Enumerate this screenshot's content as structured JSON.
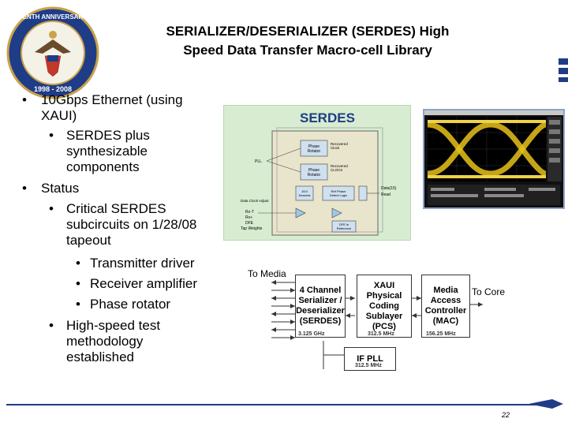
{
  "title": {
    "line1": "SERIALIZER/DESERIALIZER (SERDES) High",
    "line2": "Speed Data Transfer Macro-cell Library"
  },
  "logo": {
    "name": "tenth-anniversary-seal",
    "text_top": "TENTH ANNIVERSARY",
    "years": "1998 - 2008"
  },
  "bullets": [
    {
      "level": 1,
      "lines": [
        "10Gbps Ethernet (using",
        "XAUI)"
      ]
    },
    {
      "level": 2,
      "lines": [
        "SERDES plus",
        "synthesizable",
        "components"
      ]
    },
    {
      "level": 1,
      "lines": [
        "Status"
      ]
    },
    {
      "level": 2,
      "lines": [
        "Critical SERDES",
        "subcircuits on 1/28/08",
        "tapeout"
      ]
    },
    {
      "level": 3,
      "lines": [
        "Transmitter driver"
      ]
    },
    {
      "level": 3,
      "lines": [
        "Receiver amplifier"
      ]
    },
    {
      "level": 3,
      "lines": [
        "Phase rotator"
      ]
    },
    {
      "level": 2,
      "lines": [
        "High-speed test",
        "methodology",
        "established"
      ]
    }
  ],
  "serdes_diagram": {
    "title": "SERDES",
    "labels": {
      "pll": "PLL",
      "phase_rotator_1": "Phase Rotator",
      "phase_rotator_2": "Phase Rotator",
      "recovered_clock": "Recovered Clock",
      "recovered_clock_2": "Recovered CLOCK",
      "data_out": "Data(15)",
      "read": "Read",
      "data_clock_adjust": "Data Clock Adjust",
      "rx_p": "Rx-T",
      "rx_n": "Rx+",
      "dfe": "DFE",
      "tap_weights": "Tap Weights",
      "dfe_reference": "DFE in Reference"
    }
  },
  "arch_diagram": {
    "to_media": "To Media",
    "to_core": "To Core",
    "serdes_box": [
      "4 Channel",
      "Serializer /",
      "Deserializer",
      "(SERDES)"
    ],
    "pcs_box": [
      "XAUI",
      "Physical",
      "Coding",
      "Sublayer",
      "(PCS)"
    ],
    "mac_box": [
      "Media",
      "Access",
      "Controller",
      "(MAC)"
    ],
    "pll_box": "IF PLL",
    "freq_serdes": "3.125 GHz",
    "freq_pcs": "312.5 MHz",
    "freq_mac": "156.25 MHz",
    "freq_pll": "312.5 MHz"
  },
  "page_number": "22",
  "colors": {
    "navy": "#1f3c86",
    "panel_green": "#d7ecd1",
    "eye_yellow": "#e8c21a"
  }
}
